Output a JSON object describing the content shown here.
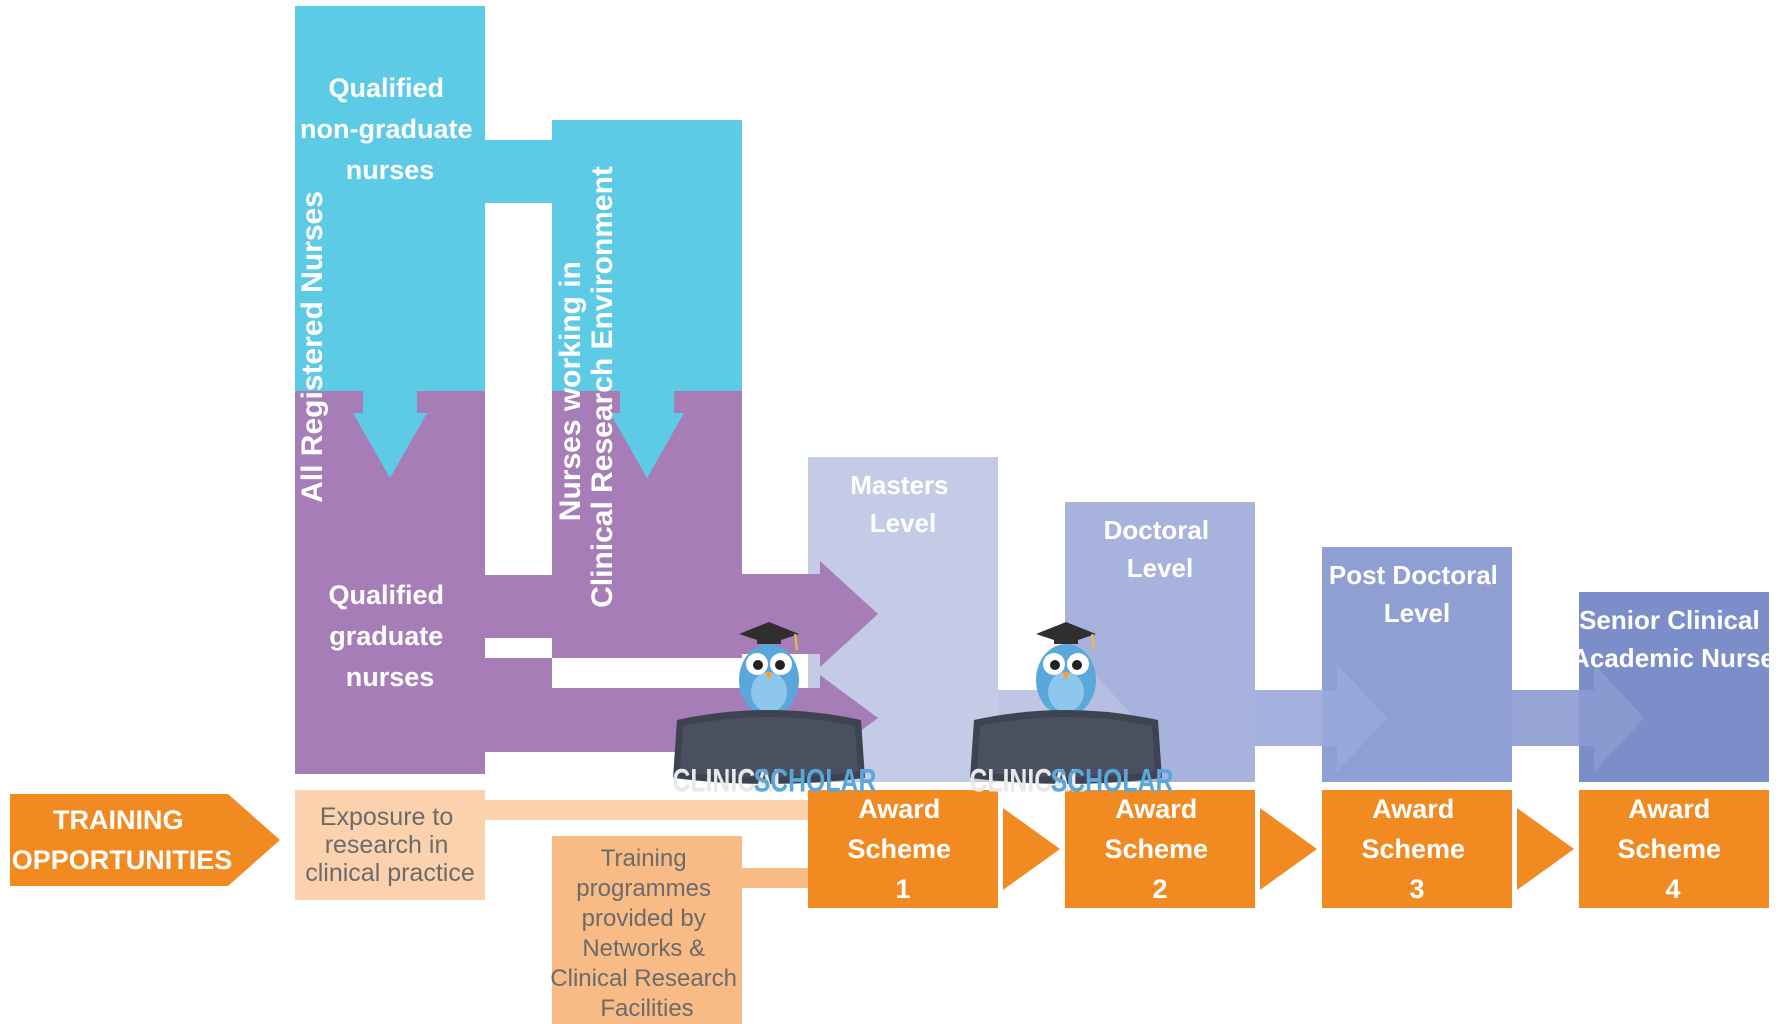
{
  "colors": {
    "cyan": "#5ecbe6",
    "purple": "#a77db7",
    "masters": "#c4cbe6",
    "doctoral": "#a7b3dd",
    "postdoc": "#8f9fd3",
    "senior": "#7b8ec9",
    "orange": "#f28a22",
    "peach": "#fbd2ad",
    "peach_dark": "#f9bb85",
    "badge_dark": "#3d4350",
    "owl_blue": "#5aa7dc",
    "cap": "#2f2f2f"
  },
  "groups": {
    "non_graduate": [
      "Qualified",
      "non-graduate",
      "nurses"
    ],
    "graduate": [
      "Qualified",
      "graduate",
      "nurses"
    ],
    "all_registered": "All Registered Nurses",
    "crn_line1": "Nurses working in",
    "crn_line2": "Clinical Research Environment"
  },
  "levels": [
    {
      "lines": [
        "Masters",
        "Level"
      ]
    },
    {
      "lines": [
        "Doctoral",
        "Level"
      ]
    },
    {
      "lines": [
        "Post Doctoral",
        "Level"
      ]
    },
    {
      "lines": [
        "Senior Clinical",
        "Academic Nurse"
      ]
    }
  ],
  "training": {
    "label": [
      "TRAINING",
      "OPPORTUNITIES"
    ],
    "exposure": [
      "Exposure to",
      "research in",
      "clinical practice"
    ],
    "programmes": [
      "Training",
      "programmes",
      "provided by",
      "Networks &",
      "Clinical Research",
      "Facilities"
    ]
  },
  "awards": [
    {
      "lines": [
        "Award",
        "Scheme",
        "1"
      ]
    },
    {
      "lines": [
        "Award",
        "Scheme",
        "2"
      ]
    },
    {
      "lines": [
        "Award",
        "Scheme",
        "3"
      ]
    },
    {
      "lines": [
        "Award",
        "Scheme",
        "4"
      ]
    }
  ],
  "badges": [
    {
      "text_a": "CLINICAL",
      "text_b": "SCHOLAR",
      "icon": "owl-graduate-icon"
    },
    {
      "text_a": "CLINICAL",
      "text_b": "SCHOLAR",
      "icon": "owl-graduate-icon"
    }
  ]
}
